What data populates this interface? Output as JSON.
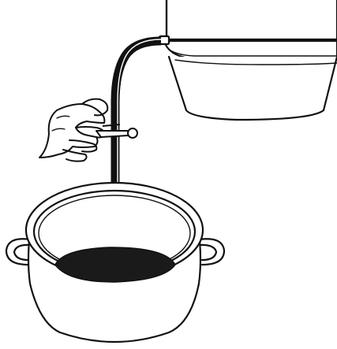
{
  "illustration": {
    "subject": "siphoning-liquid-from-upper-vessel-into-pot",
    "elements": [
      "upper-fermenter",
      "siphon-tube",
      "hand",
      "tube-clamp",
      "stock-pot",
      "dark-liquid"
    ]
  },
  "colors": {
    "ink": "#111111",
    "liquid": "#1a1a1a",
    "background": "#ffffff"
  }
}
